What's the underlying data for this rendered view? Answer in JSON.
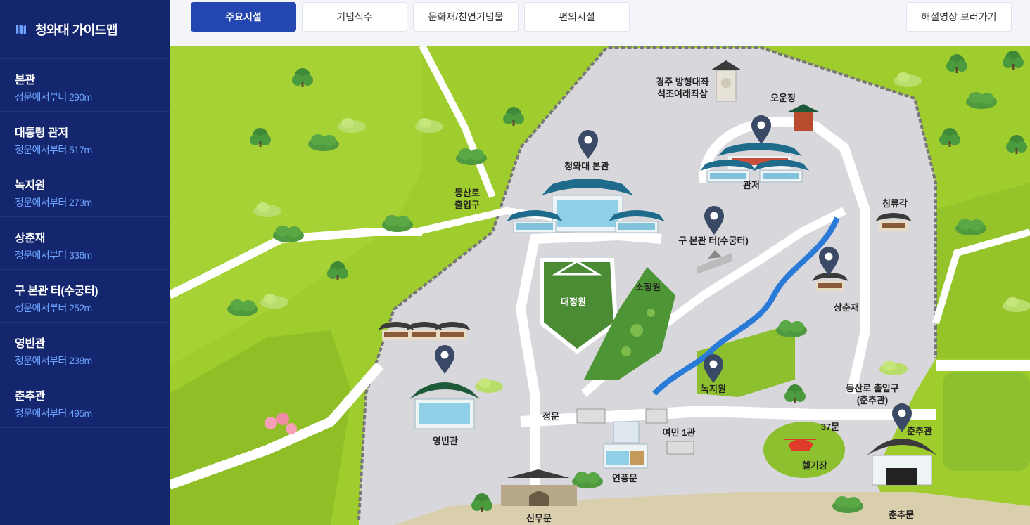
{
  "sidebar": {
    "title": "청와대 가이드맵",
    "items": [
      {
        "name": "본관",
        "dist": "정문에서부터 290m"
      },
      {
        "name": "대통령 관저",
        "dist": "정문에서부터 517m"
      },
      {
        "name": "녹지원",
        "dist": "정문에서부터 273m"
      },
      {
        "name": "상춘재",
        "dist": "정문에서부터 336m"
      },
      {
        "name": "구 본관 터(수궁터)",
        "dist": "정문에서부터 252m"
      },
      {
        "name": "영빈관",
        "dist": "정문에서부터 238m"
      },
      {
        "name": "춘추관",
        "dist": "정문에서부터 495m"
      }
    ]
  },
  "tabs": [
    {
      "label": "주요시설",
      "active": true
    },
    {
      "label": "기념식수",
      "active": false
    },
    {
      "label": "문화재/천연기념물",
      "active": false
    },
    {
      "label": "편의시설",
      "active": false
    }
  ],
  "video_button": "해설영상 보러가기",
  "map": {
    "labels": {
      "buddha_1": "경주 방형대좌",
      "buddha_2": "석조여래좌상",
      "ounjeong": "오운정",
      "main_hall": "청와대 본관",
      "residence": "관저",
      "trail_1_a": "등산로",
      "trail_1_b": "출입구",
      "chimnyugak": "침류각",
      "old_main": "구 본관 터(수궁터)",
      "sojeongwon": "소정원",
      "daejeongwon": "대정원",
      "sangchunjae": "상춘재",
      "yeongbingwan": "영빈관",
      "nokjiwon": "녹지원",
      "trail_2_a": "등산로 출입구",
      "trail_2_b": "(춘추관)",
      "jeongmun": "정문",
      "yeomin": "여민 1관",
      "gate37": "37문",
      "chunchugwan_pin": "춘추관",
      "heliport": "헬기장",
      "yeonpungmun": "연풍문",
      "sinmumun": "신무문",
      "chunchumun": "춘추문"
    }
  },
  "colors": {
    "sidebar": "#14266e",
    "accent": "#2346b0",
    "grass": "#9fcd2e",
    "road": "#d8d8dc",
    "pin": "#3a4a66"
  }
}
